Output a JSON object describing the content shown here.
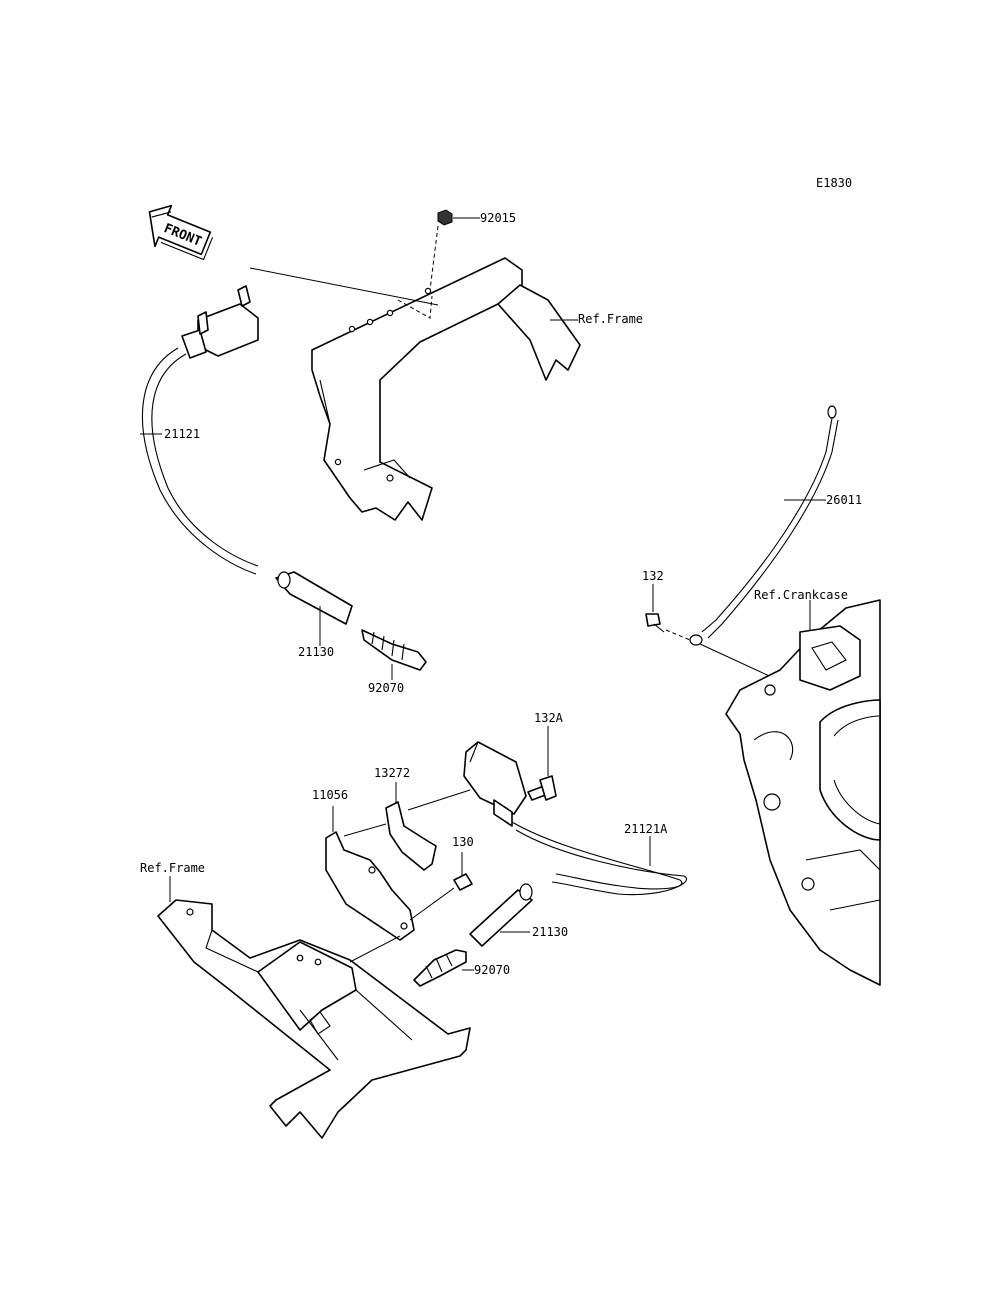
{
  "diagram_code": "E1830",
  "front_label": "FRONT",
  "labels": {
    "p92015": "92015",
    "ref_frame_top": "Ref.Frame",
    "p21121": "21121",
    "p26011": "26011",
    "p132": "132",
    "ref_crankcase": "Ref.Crankcase",
    "p21130_top": "21130",
    "p92070_top": "92070",
    "p132A": "132A",
    "p13272": "13272",
    "p11056": "11056",
    "p130": "130",
    "p21121A": "21121A",
    "ref_frame_bottom": "Ref.Frame",
    "p21130_bottom": "21130",
    "p92070_bottom": "92070"
  }
}
